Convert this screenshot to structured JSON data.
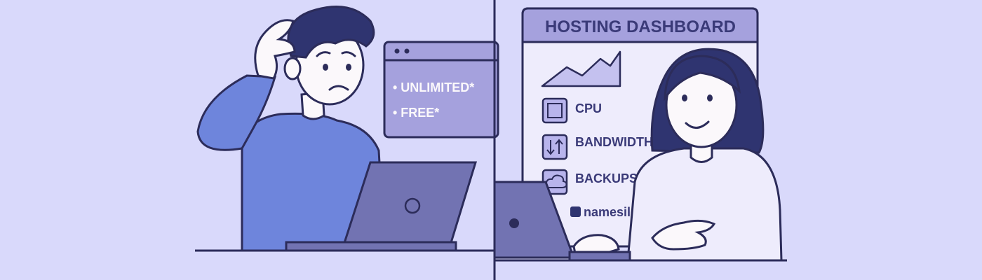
{
  "colors": {
    "background": "#d9d9fb",
    "outline": "#2c2c5a",
    "sweater_blue": "#6e85dc",
    "laptop_purple": "#7273b2",
    "hair_navy": "#2f3470",
    "skin": "#fbf8fb",
    "popup_purple": "#a5a1dd",
    "dashboard_white": "#eeecfc",
    "text_navy": "#3a3a78"
  },
  "left_popup": {
    "line_1": "• UNLIMITED*",
    "line_2": "• FREE*"
  },
  "dashboard": {
    "title": "HOSTING DASHBOARD",
    "items": [
      {
        "label": "CPU",
        "icon": "cpu-chip-icon"
      },
      {
        "label": "BANDWIDTH",
        "icon": "up-down-arrows-icon"
      },
      {
        "label": "BACKUPS",
        "icon": "cloud-icon"
      }
    ],
    "brand": "namesilo",
    "chart_icon": "line-graph-icon"
  }
}
